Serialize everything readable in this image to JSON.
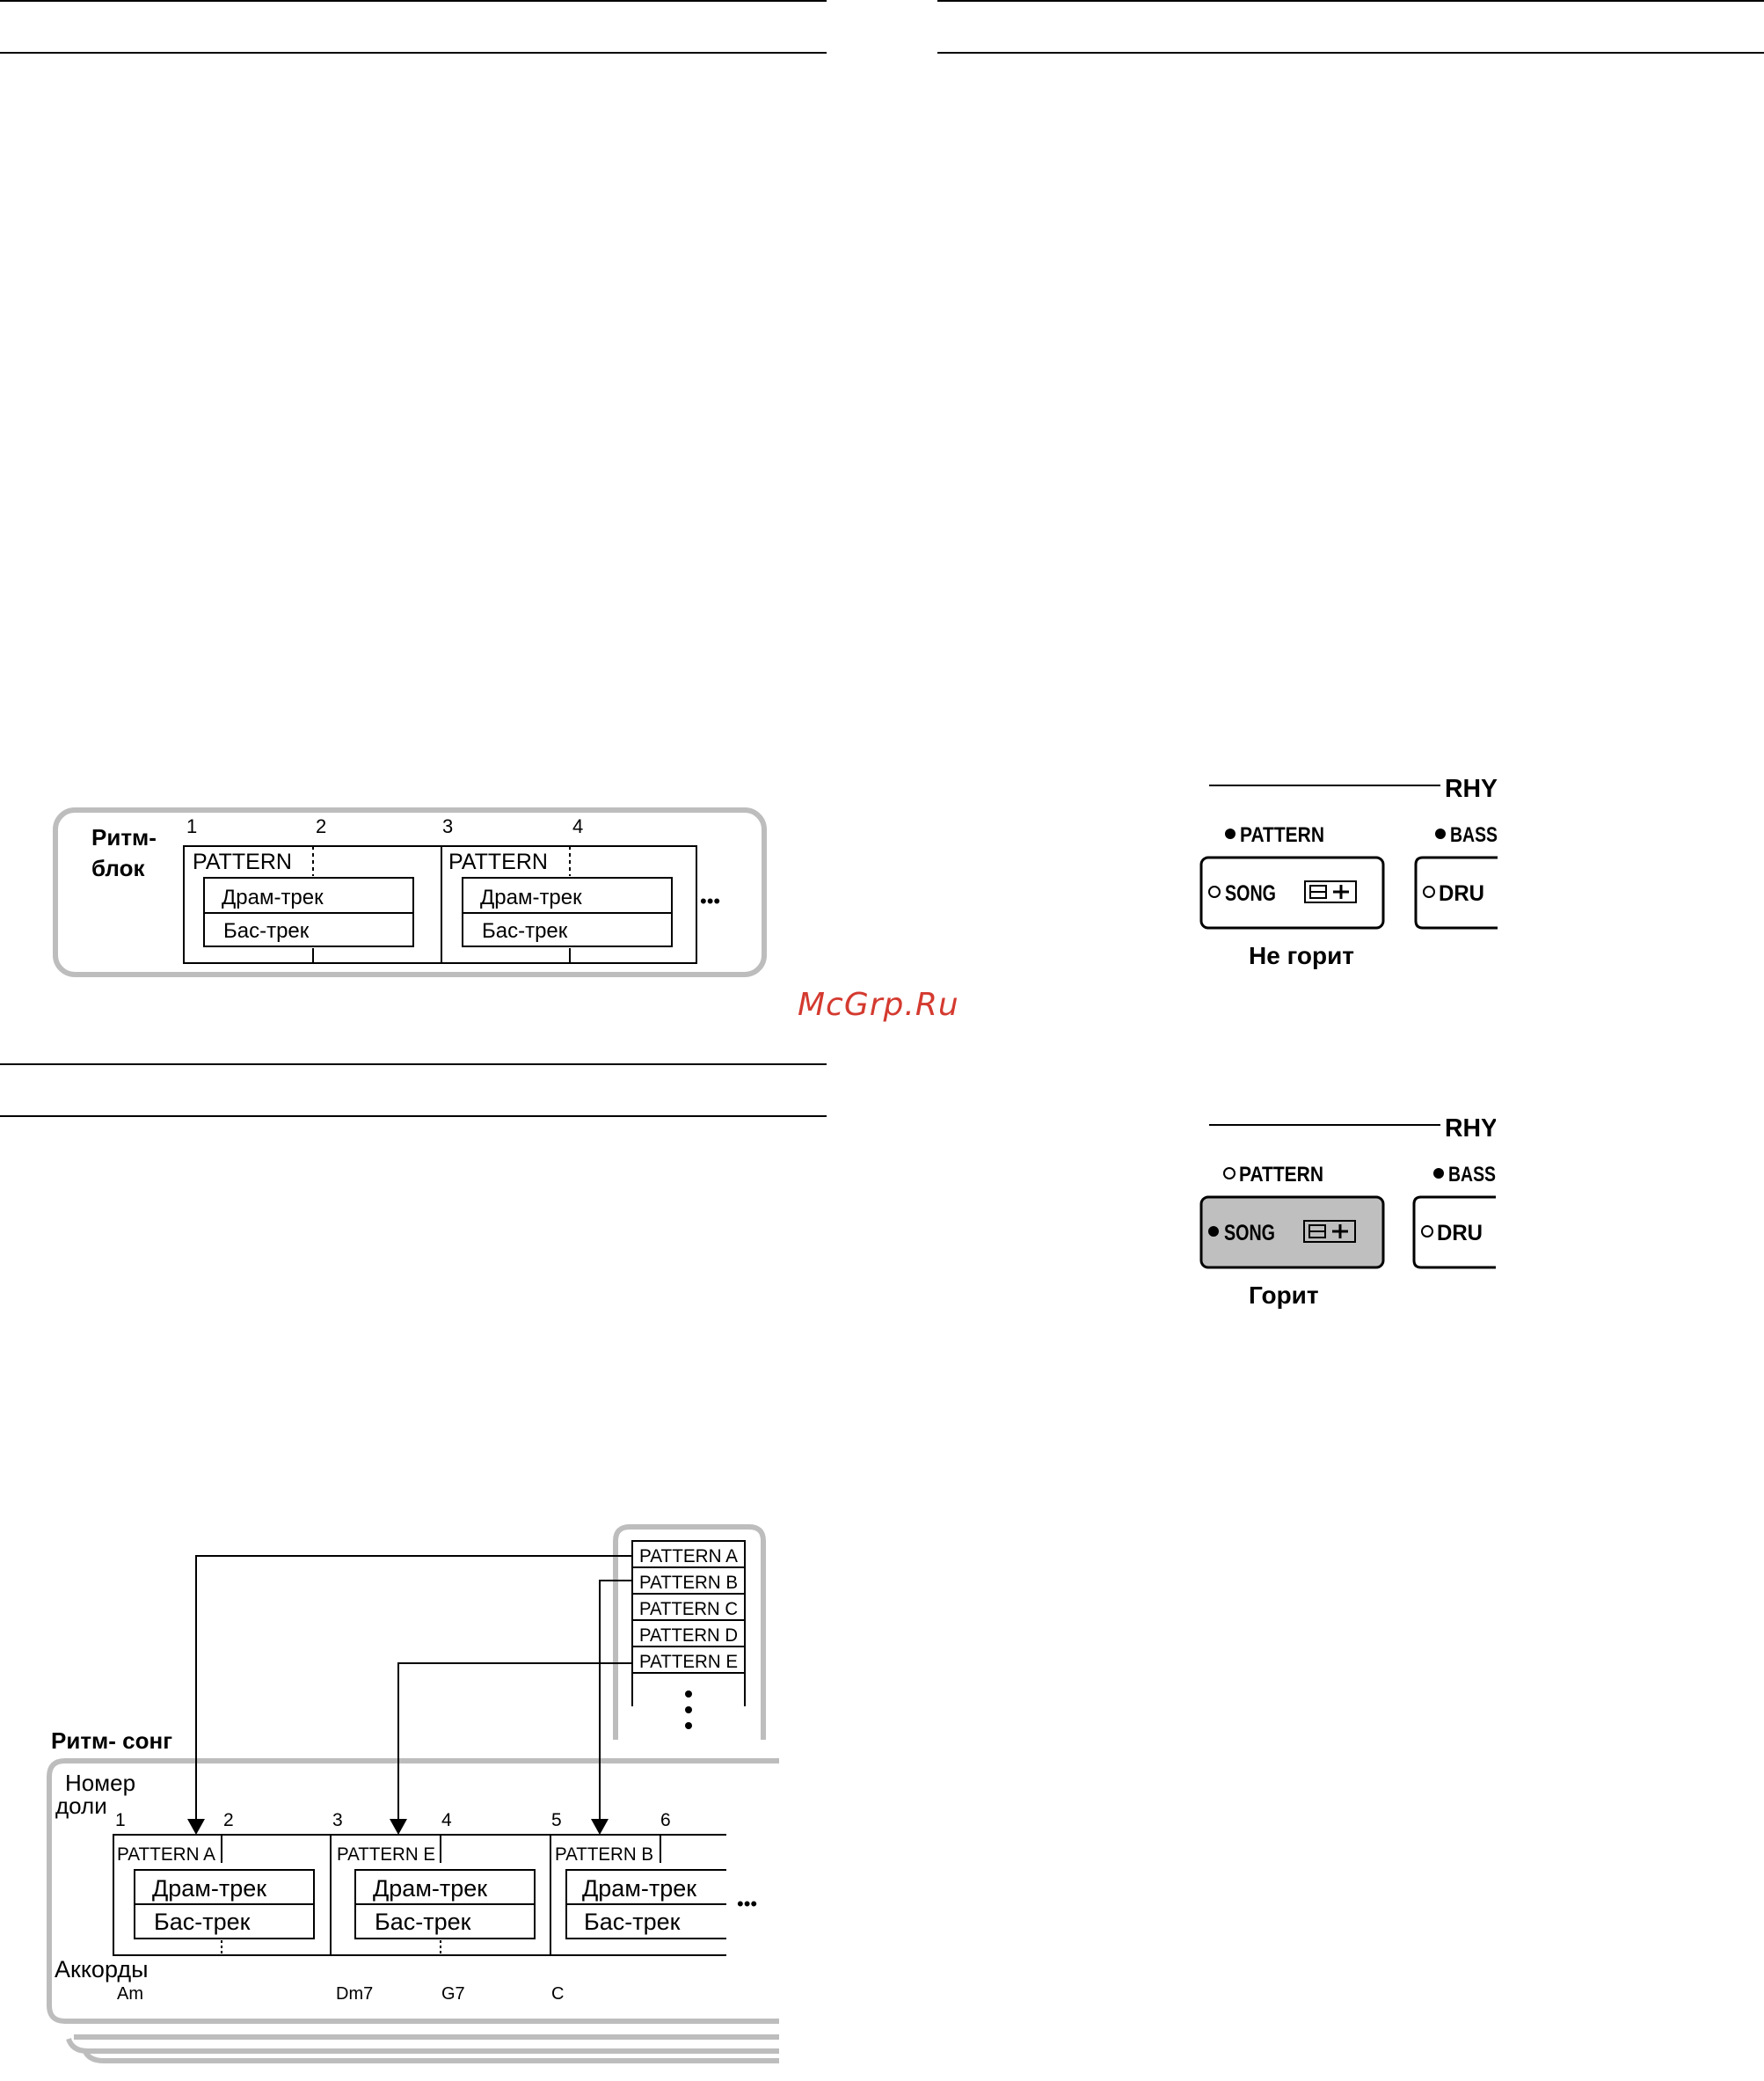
{
  "watermark": "McGrp.Ru",
  "rhythm_block": {
    "label_line1": "Ритм-",
    "label_line2": "блок",
    "beats": [
      "1",
      "2",
      "3",
      "4"
    ],
    "pattern_label": "PATTERN",
    "drum_track": "Драм-трек",
    "bass_track": "Бас-трек",
    "ellipsis": "•••"
  },
  "rhythm_song": {
    "title": "Ритм- сонг",
    "beat_number_line1": "Номер",
    "beat_number_line2": "доли",
    "beats": [
      "1",
      "2",
      "3",
      "4",
      "5",
      "6"
    ],
    "patterns_in_song": [
      "PATTERN A",
      "PATTERN E",
      "PATTERN B"
    ],
    "pattern_list": [
      "PATTERN A",
      "PATTERN B",
      "PATTERN C",
      "PATTERN D",
      "PATTERN E"
    ],
    "drum_track": "Драм-трек",
    "bass_track": "Бас-трек",
    "chords_label": "Аккорды",
    "chords": [
      "Am",
      "Dm7",
      "G7",
      "C"
    ],
    "ellipsis": "•••"
  },
  "panel_off": {
    "header": "RHY",
    "pattern": "PATTERN",
    "bass": "BASS",
    "song": "SONG",
    "drum": "DRU",
    "caption": "Не горит"
  },
  "panel_on": {
    "header": "RHY",
    "pattern": "PATTERN",
    "bass": "BASS",
    "song": "SONG",
    "drum": "DRU",
    "caption": "Горит"
  },
  "colors": {
    "frame_gray": "#bdbdbd",
    "button_lit": "#bfbfbf",
    "watermark": "#d43a2f"
  }
}
